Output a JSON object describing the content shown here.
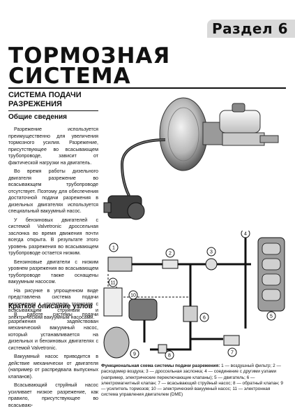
{
  "header": {
    "section_label": "Раздел 6",
    "title_line1": "ТОРМОЗНАЯ",
    "title_line2": "СИСТЕМА"
  },
  "article": {
    "subtitle_line1": "СИСТЕМА ПОДАЧИ",
    "subtitle_line2": "РАЗРЕЖЕНИЯ",
    "heading_general": "Общие сведения",
    "heading_short": "Краткое описание узлов",
    "paragraphs1": [
      "Разрежение используется преимущественно для увеличения тормозного усилия. Разрежение, присутствующее во всасывающем трубопроводе, зависит от фактической нагрузки на двигатель.",
      "Во время работы дизельного двигателя разрежение во всасывающем трубопроводе отсутствует. Поэтому для обеспечения достаточной подачи разрежения в дизельных двигателях используется специальный вакуумный насос.",
      "У бензиновых двигателей с системой Valvetronic дроссельная заслонка во время движения почти всегда открыта. В результате этого уровень разрежения во всасывающем трубопроводе остается низким.",
      "Бензиновые двигатели с низким уровнем разрежения во всасывающем трубопроводе также оснащены вакуумным насосом.",
      "На рисунке в упрощенном виде представлена система подачи разрежения к усилителю тормозов с всасывающим струйным и электрическим вакуумным насосами."
    ],
    "paragraphs2": [
      "В работе системы подачи разрежения задействован механический вакуумный насос, который устанавливается на дизельных и бензиновых двигателях с системой Valvetronic.",
      "Вакуумный насос приводится в действие механически от двигателя (например от распредвала выпускных клапанов).",
      "Всасывающий струйный насос усиливает низкое разрежение, как правило, присутствующее во всасываю-"
    ]
  },
  "diagram": {
    "callouts": [
      "1",
      "2",
      "3",
      "4",
      "5",
      "6",
      "7",
      "8",
      "9",
      "10",
      "11"
    ]
  },
  "caption": {
    "lead": "Функциональная схема системы подачи разрежения:",
    "text": " 1 — воздушный фильтр; 2 — расходомер воздуха; 3 — дроссельная заслонка; 4 — соединение с другими узлами (например, электрические переключающие клапаны); 5 — двигатель; 6 — электромагнитный клапан; 7 — всасывающий струйный насос; 8 — обратный клапан; 9 — усилитель тормозов; 10 — электрический вакуумный насос; 11 — электронная система управления двигателем (DME)"
  },
  "colors": {
    "tab": "#d9d9d9",
    "text": "#111111"
  }
}
